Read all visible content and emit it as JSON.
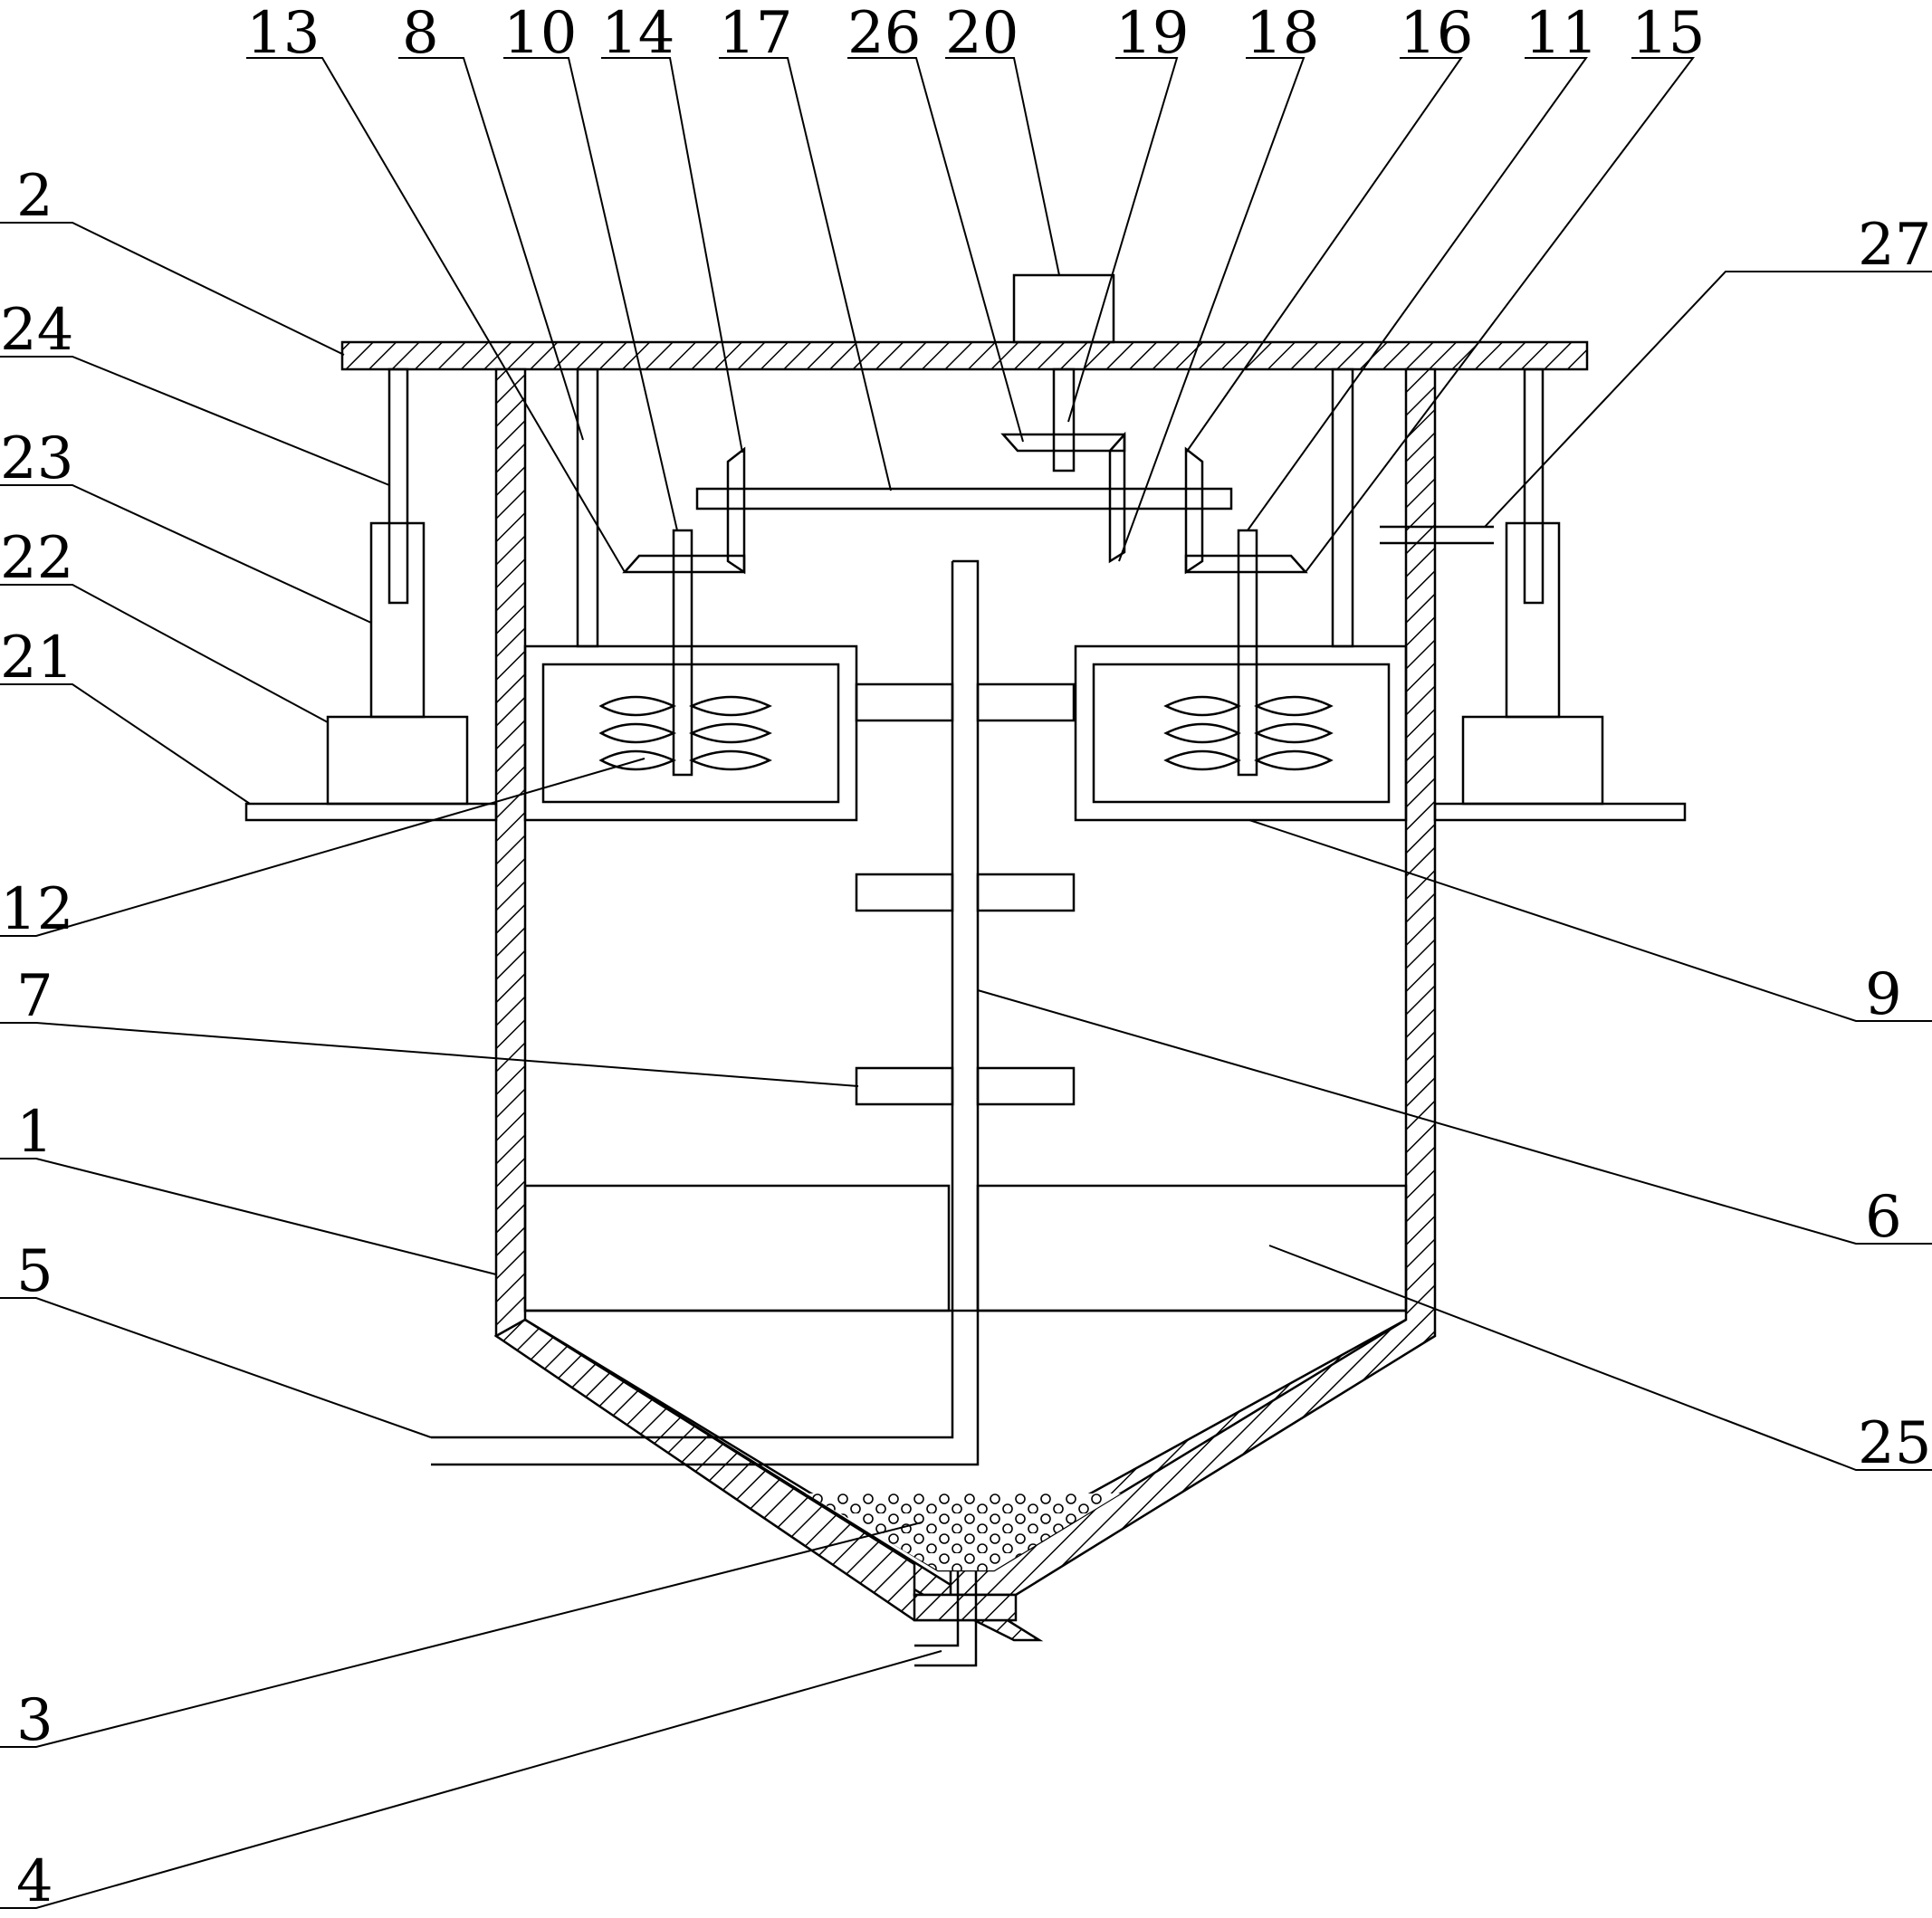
{
  "labels": {
    "l13": "13",
    "l8": "8",
    "l10": "10",
    "l14": "14",
    "l17": "17",
    "l26": "26",
    "l20": "20",
    "l19": "19",
    "l18": "18",
    "l16": "16",
    "l11": "11",
    "l15": "15",
    "l2": "2",
    "l27": "27",
    "l24": "24",
    "l23": "23",
    "l22": "22",
    "l21": "21",
    "l12": "12",
    "l7": "7",
    "l9": "9",
    "l1": "1",
    "l6": "6",
    "l5": "5",
    "l25": "25",
    "l3": "3",
    "l4": "4"
  }
}
